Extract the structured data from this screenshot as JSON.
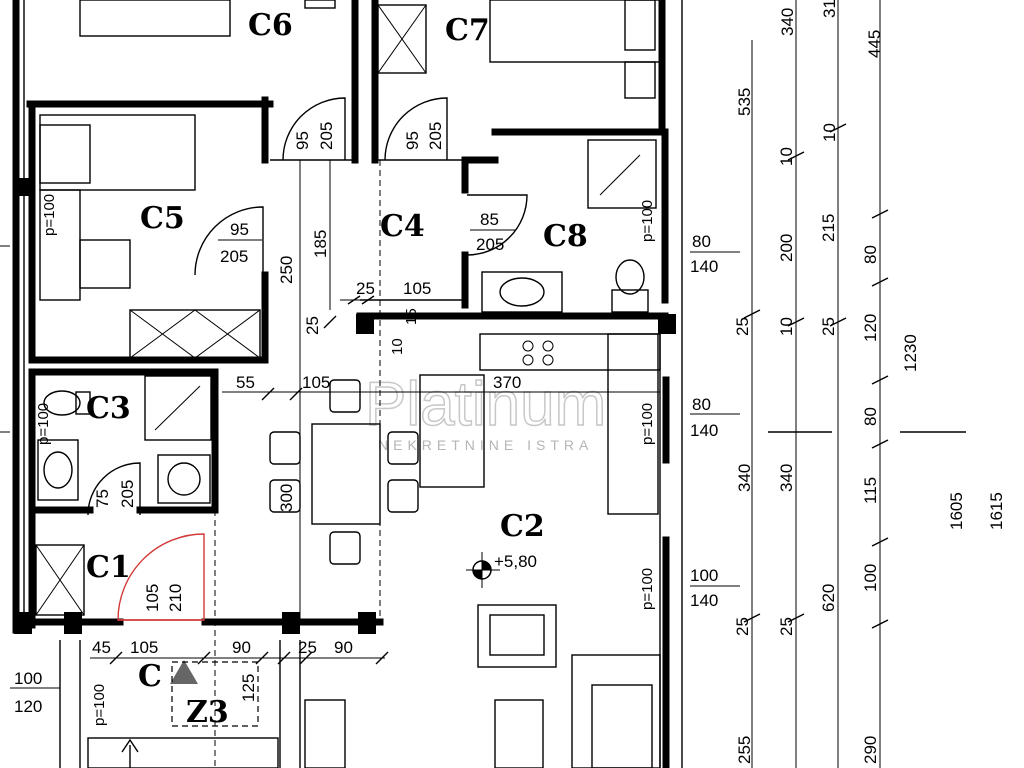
{
  "rooms": {
    "c6": "C6",
    "c7": "C7",
    "c5": "C5",
    "c4": "C4",
    "c8": "C8",
    "c3": "C3",
    "c2": "C2",
    "c1": "C1",
    "c": "C",
    "z3": "Z3"
  },
  "level": "+5,80",
  "watermark": {
    "brand": "Platinum",
    "tagline": "NEKRETNINE ISTRA"
  },
  "doors": {
    "c6_w": "95",
    "c6_h": "205",
    "c7_w": "95",
    "c7_h": "205",
    "c5_w": "95",
    "c5_h": "205",
    "c8_w": "85",
    "c8_h": "205",
    "c3_w": "75",
    "c3_h": "205",
    "c1_w": "105",
    "c1_h": "210"
  },
  "windows": {
    "c5_p": "p=100",
    "c8_p": "p=100",
    "c8_w": "80",
    "c8_h": "140",
    "c3_p": "p=100",
    "c2a_p": "p=100",
    "c2a_w": "80",
    "c2a_h": "140",
    "c2b_p": "p=100",
    "c2b_w": "100",
    "c2b_h": "140",
    "z3_p": "p=100",
    "z3_w": "100",
    "z3_h": "120"
  },
  "dims": {
    "c4_185": "185",
    "v250": "250",
    "h25a": "25",
    "h105a": "105",
    "v25a": "25",
    "v10": "10",
    "v15": "15",
    "h55": "55",
    "h105b": "105",
    "h370": "370",
    "v300": "300",
    "v125": "125",
    "h45": "45",
    "h105c": "105",
    "h90a": "90",
    "h25b": "25",
    "h90b": "90",
    "v340a": "340",
    "v340b": "340",
    "v340top": "340",
    "v535": "535",
    "v255": "255",
    "v620": "620",
    "v200": "200",
    "v10b": "10",
    "v25b": "25",
    "v25c": "25",
    "v215": "215",
    "v10c": "10",
    "v25d": "25",
    "v120": "120",
    "v80a": "80",
    "v80b": "80",
    "v115": "115",
    "v100": "100",
    "v290": "290",
    "v445": "445",
    "v31": "31",
    "v10d": "10",
    "v1230": "1230",
    "v1605": "1605",
    "v1615": "1615",
    "v25e": "25"
  }
}
